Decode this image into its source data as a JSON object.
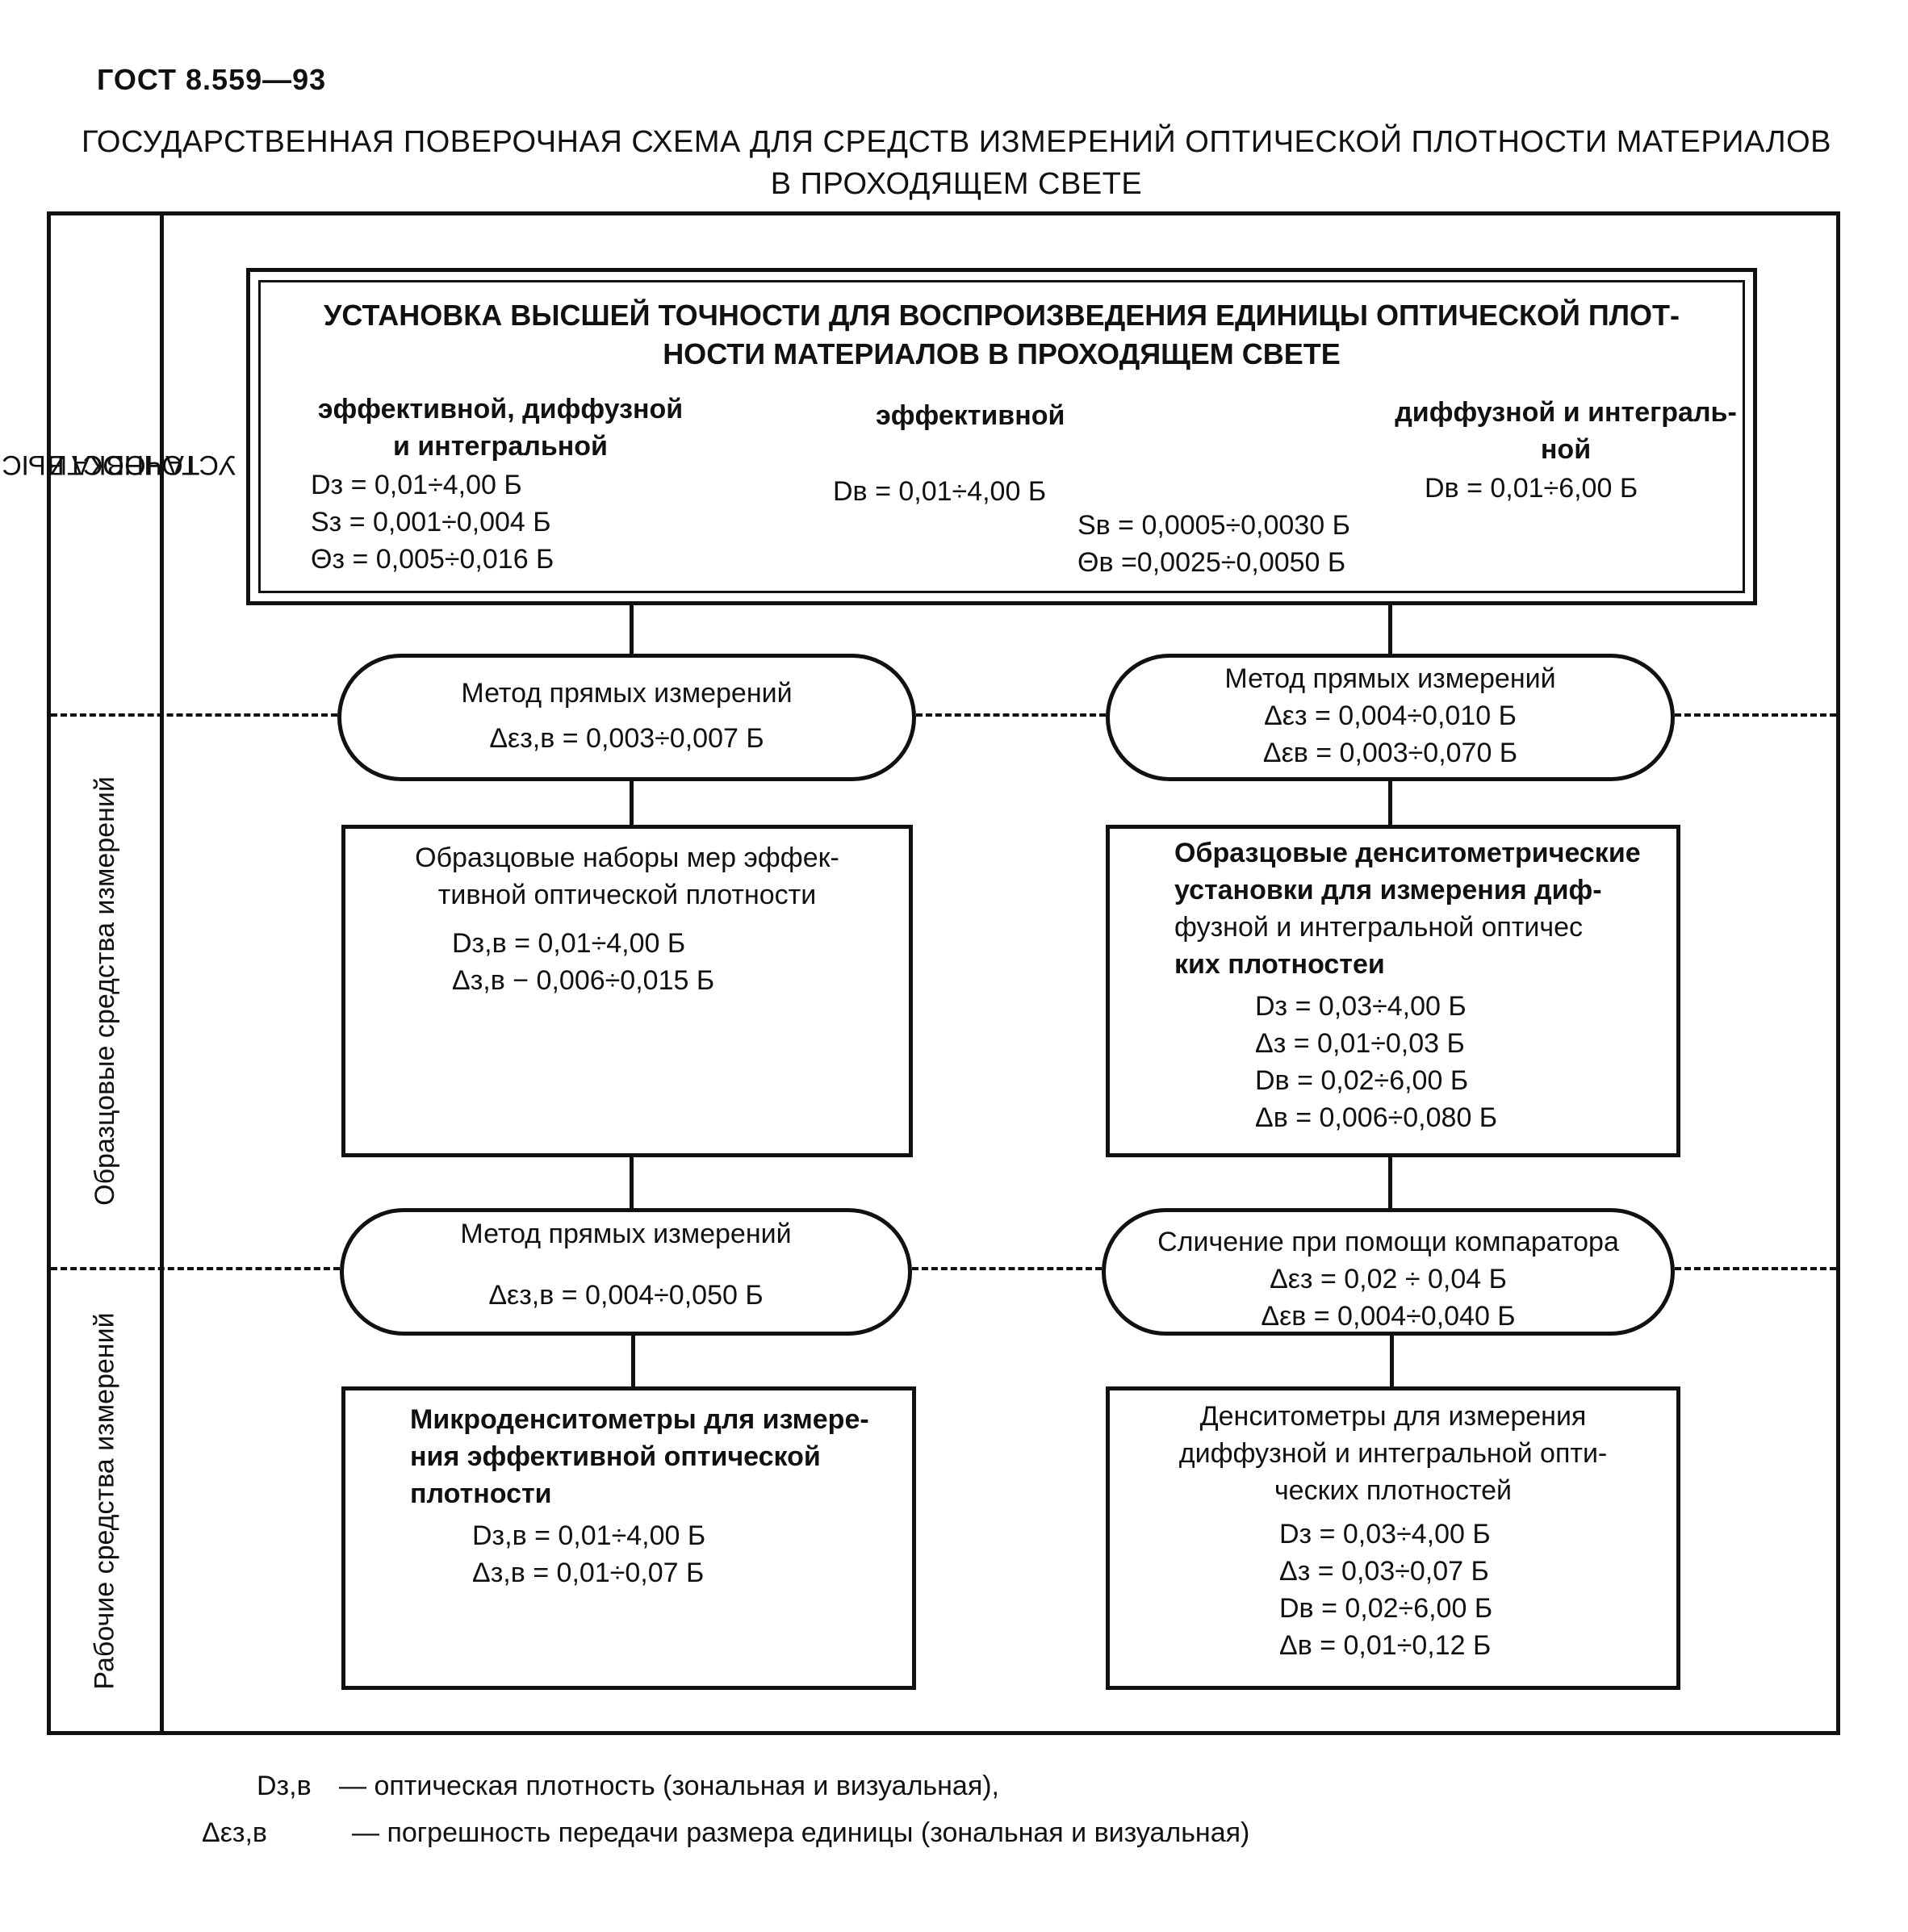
{
  "header": {
    "doc_code": "ГОСТ 8.559—93",
    "title_line1": "ГОСУДАРСТВЕННАЯ ПОВЕРОЧНАЯ СХЕМА ДЛЯ СРЕДСТВ ИЗМЕРЕНИЙ ОПТИЧЕСКОЙ ПЛОТНОСТИ МАТЕРИАЛОВ",
    "title_line2": "В ПРОХОДЯЩЕМ СВЕТЕ"
  },
  "sidebar": {
    "level1_line1": "УСТАНОВКА ВЫСШЕЙ",
    "level1_line2": "ТОЧНОСТИ",
    "level2": "Образцовые средства измерений",
    "level3": "Рабочие средства измерений"
  },
  "top_box": {
    "title_line1": "УСТАНОВКА ВЫСШЕЙ ТОЧНОСТИ ДЛЯ ВОСПРОИЗВЕДЕНИЯ ЕДИНИЦЫ ОПТИЧЕСКОЙ ПЛОТ-",
    "title_line2": "НОСТИ МАТЕРИАЛОВ В ПРОХОДЯЩЕМ СВЕТЕ",
    "col1_head1": "эффективной, диффузной",
    "col1_head2": "и интегральной",
    "col1_v1": "Dз = 0,01÷4,00 Б",
    "col1_v2": "Sз = 0,001÷0,004 Б",
    "col1_v3": "Θз = 0,005÷0,016 Б",
    "col2_head": "эффективной",
    "col2_v1": "Dв = 0,01÷4,00 Б",
    "col2_v2": "Sв = 0,0005÷0,0030 Б",
    "col2_v3": "Θв =0,0025÷0,0050 Б",
    "col3_head1": "диффузной и интеграль-",
    "col3_head2": "ной",
    "col3_v1": "Dв = 0,01÷6,00 Б"
  },
  "method_left_1": {
    "title": "Метод прямых измерений",
    "value": "Δεз,в = 0,003÷0,007 Б"
  },
  "method_right_1": {
    "title": "Метод прямых измерений",
    "v1": "Δεз = 0,004÷0,010 Б",
    "v2": "Δεв = 0,003÷0,070 Б"
  },
  "ref_left": {
    "line1": "Образцовые наборы мер эффек-",
    "line2": "тивной оптической плотности",
    "v1": "Dз,в = 0,01÷4,00 Б",
    "v2": "Δз,в − 0,006÷0,015 Б"
  },
  "ref_right": {
    "line1": "Образцовые денситометрические",
    "line2": "установки для измерения диф-",
    "line3": "фузной и интегральной оптичес",
    "line4": "ких плотностеи",
    "v1": "Dз = 0,03÷4,00 Б",
    "v2": "Δз = 0,01÷0,03 Б",
    "v3": "Dв = 0,02÷6,00 Б",
    "v4": "Δв = 0,006÷0,080 Б"
  },
  "method_left_2": {
    "title": "Метод прямых измерений",
    "value": "Δεз,в = 0,004÷0,050 Б"
  },
  "method_right_2": {
    "title": "Сличение при помощи компаратора",
    "v1": "Δεз = 0,02 ÷ 0,04 Б",
    "v2": "Δεв = 0,004÷0,040 Б"
  },
  "work_left": {
    "line1": "Микроденситометры для измере-",
    "line2": "ния эффективной оптической",
    "line3": "плотности",
    "v1": "Dз,в = 0,01÷4,00 Б",
    "v2": "Δз,в = 0,01÷0,07 Б"
  },
  "work_right": {
    "line1": "Денситометры для измерения",
    "line2": "диффузной и интегральной опти-",
    "line3": "ческих плотностей",
    "v1": "Dз = 0,03÷4,00 Б",
    "v2": "Δз = 0,03÷0,07 Б",
    "v3": "Dв = 0,02÷6,00 Б",
    "v4": "Δв = 0,01÷0,12 Б"
  },
  "legend": {
    "sym1": "Dз,в",
    "desc1": "—   оптическая плотность (зональная и визуальная),",
    "sym2": "Δεз,в",
    "desc2": "—  погрешность передачи размера единицы  (зональная и визуальная)"
  }
}
